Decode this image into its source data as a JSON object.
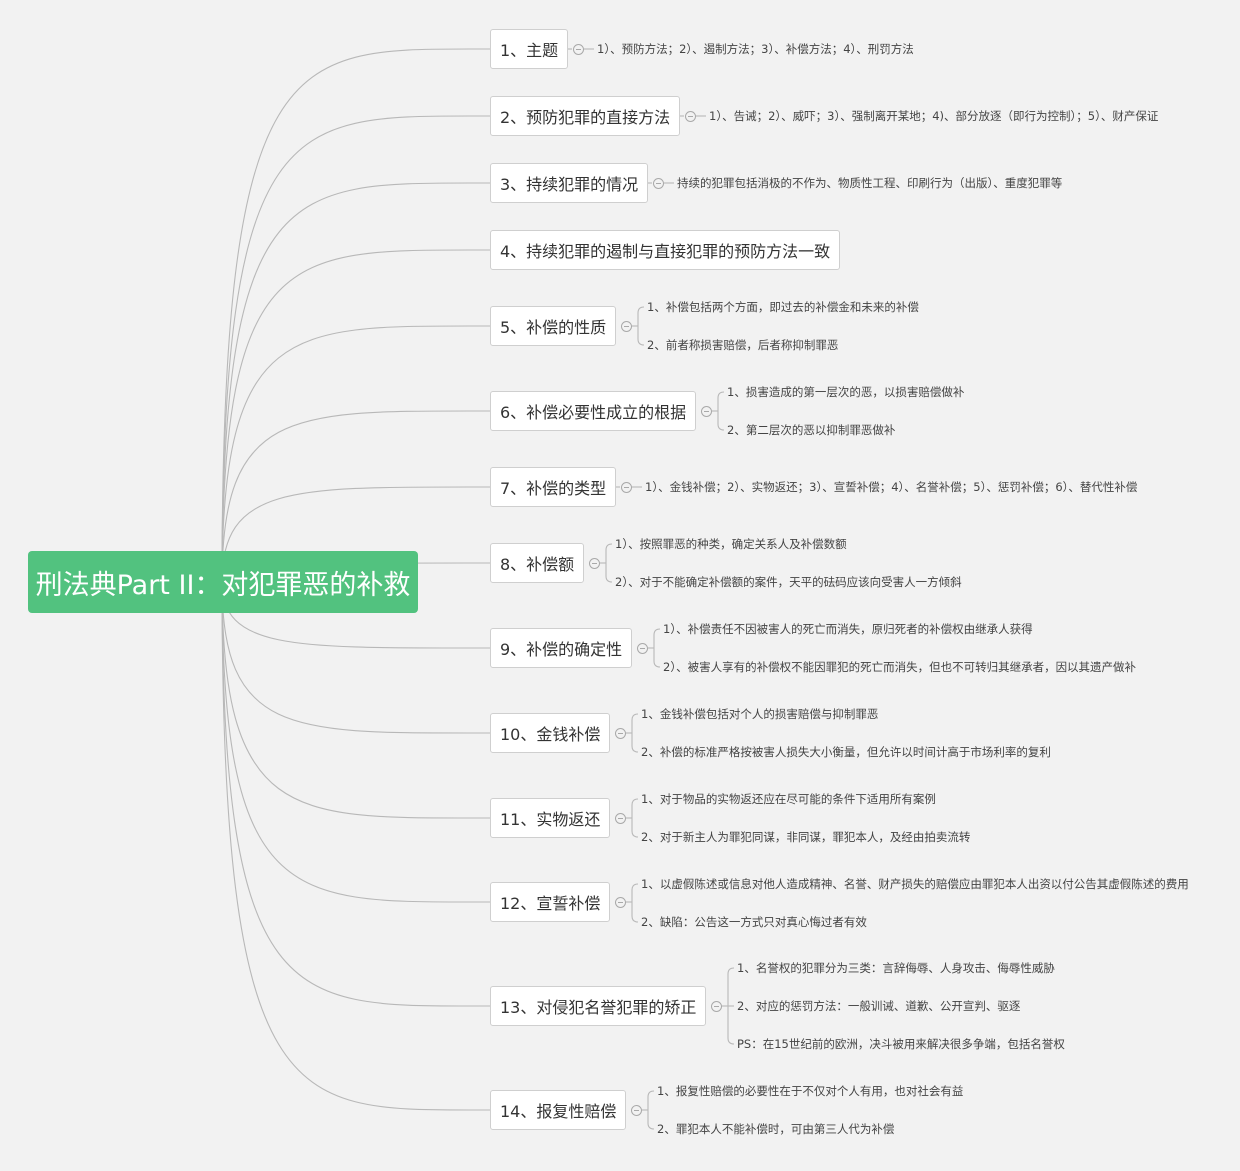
{
  "root": {
    "label": "刑法典Part II：对犯罪恶的补救"
  },
  "topics": [
    {
      "label": "1、主题",
      "details": [
        "1）、预防方法；2）、遏制方法；3）、补偿方法；4）、刑罚方法"
      ]
    },
    {
      "label": "2、预防犯罪的直接方法",
      "details": [
        "1）、告诫；2）、威吓；3）、强制离开某地；4)、部分放逐（即行为控制）；5）、财产保证"
      ]
    },
    {
      "label": "3、持续犯罪的情况",
      "details": [
        "持续的犯罪包括消极的不作为、物质性工程、印刷行为（出版）、重度犯罪等"
      ]
    },
    {
      "label": "4、持续犯罪的遏制与直接犯罪的预防方法一致",
      "details": []
    },
    {
      "label": "5、补偿的性质",
      "details": [
        "1、补偿包括两个方面，即过去的补偿金和未来的补偿",
        "2、前者称损害赔偿，后者称抑制罪恶"
      ]
    },
    {
      "label": "6、补偿必要性成立的根据",
      "details": [
        "1、损害造成的第一层次的恶，以损害赔偿做补",
        "2、第二层次的恶以抑制罪恶做补"
      ]
    },
    {
      "label": "7、补偿的类型",
      "details": [
        "1）、金钱补偿；2）、实物返还；3）、宣誓补偿；4）、名誉补偿；5）、惩罚补偿；6）、替代性补偿"
      ]
    },
    {
      "label": "8、补偿额",
      "details": [
        "1）、按照罪恶的种类，确定关系人及补偿数额",
        "2）、对于不能确定补偿额的案件，天平的砝码应该向受害人一方倾斜"
      ]
    },
    {
      "label": "9、补偿的确定性",
      "details": [
        "1）、补偿责任不因被害人的死亡而消失，原归死者的补偿权由继承人获得",
        "2）、被害人享有的补偿权不能因罪犯的死亡而消失，但也不可转归其继承者，因以其遗产做补"
      ]
    },
    {
      "label": "10、金钱补偿",
      "details": [
        "1、金钱补偿包括对个人的损害赔偿与抑制罪恶",
        "2、补偿的标准严格按被害人损失大小衡量，但允许以时间计高于市场利率的复利"
      ]
    },
    {
      "label": "11、实物返还",
      "details": [
        "1、对于物品的实物返还应在尽可能的条件下适用所有案例",
        "2、对于新主人为罪犯同谋，非同谋，罪犯本人，及经由拍卖流转"
      ]
    },
    {
      "label": "12、宣誓补偿",
      "details": [
        "1、以虚假陈述或信息对他人造成精神、名誉、财产损失的赔偿应由罪犯本人出资以付公告其虚假陈述的费用",
        "2、缺陷：公告这一方式只对真心悔过者有效"
      ]
    },
    {
      "label": "13、对侵犯名誉犯罪的矫正",
      "details": [
        "1、名誉权的犯罪分为三类：言辞侮辱、人身攻击、侮辱性威胁",
        "2、对应的惩罚方法：一般训诫、道歉、公开宣判、驱逐",
        "PS：在15世纪前的欧洲，决斗被用来解决很多争端，包括名誉权"
      ]
    },
    {
      "label": "14、报复性赔偿",
      "details": [
        "1、报复性赔偿的必要性在于不仅对个人有用，也对社会有益",
        "2、罪犯本人不能补偿时，可由第三人代为补偿"
      ]
    }
  ]
}
